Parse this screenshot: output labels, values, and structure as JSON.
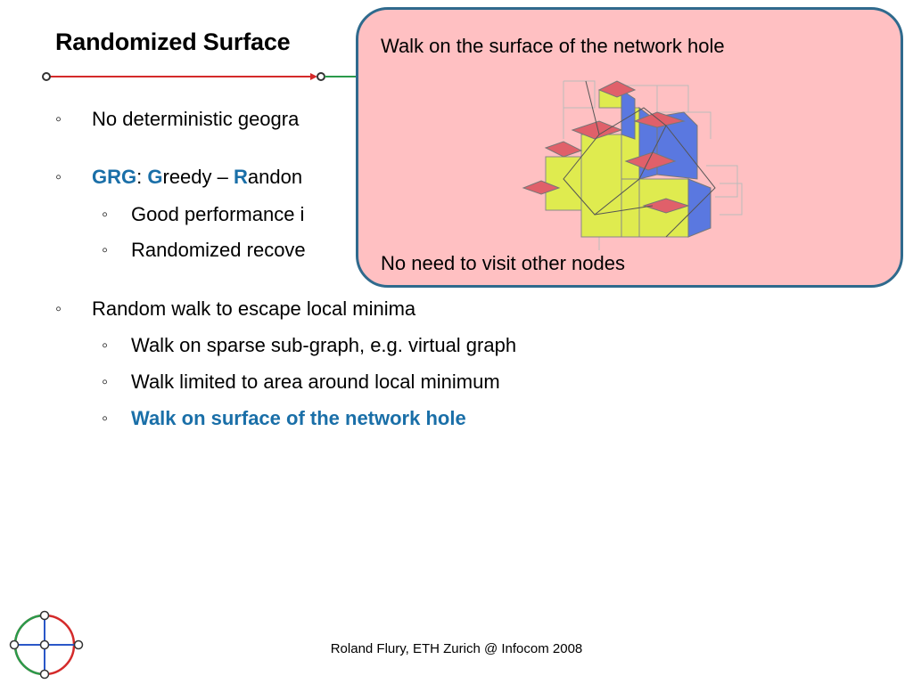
{
  "slide": {
    "title": "Randomized Surface",
    "bullets": [
      {
        "marker": "◦",
        "text": "No deterministic geogra"
      },
      {
        "marker": "◦",
        "grg": "GRG",
        "sep": ":",
        "g": "G",
        "reedy": "reedy – ",
        "r": "R",
        "andom": "andon"
      },
      {
        "marker": "◦",
        "text": "Good performance i"
      },
      {
        "marker": "◦",
        "text": "Randomized recove"
      },
      {
        "marker": "◦",
        "text": "Random walk to escape local minima"
      },
      {
        "marker": "◦",
        "text": "Walk on sparse sub-graph, e.g. virtual graph"
      },
      {
        "marker": "◦",
        "text": "Walk limited to area around local minimum"
      },
      {
        "marker": "◦",
        "text": "Walk on surface of the network hole"
      }
    ],
    "callout": {
      "top_text": "Walk on the surface of the network hole",
      "bottom_text": "No need to visit other nodes"
    },
    "footer": "Roland Flury, ETH Zurich @ Infocom 2008",
    "colors": {
      "accent_blue": "#1a6fa8",
      "callout_fill": "#ffc0c2",
      "callout_border": "#2f6a8d",
      "cube_yellow": "#dfeb4f",
      "cube_blue": "#5a78e0",
      "cube_red": "#e0606a"
    }
  }
}
